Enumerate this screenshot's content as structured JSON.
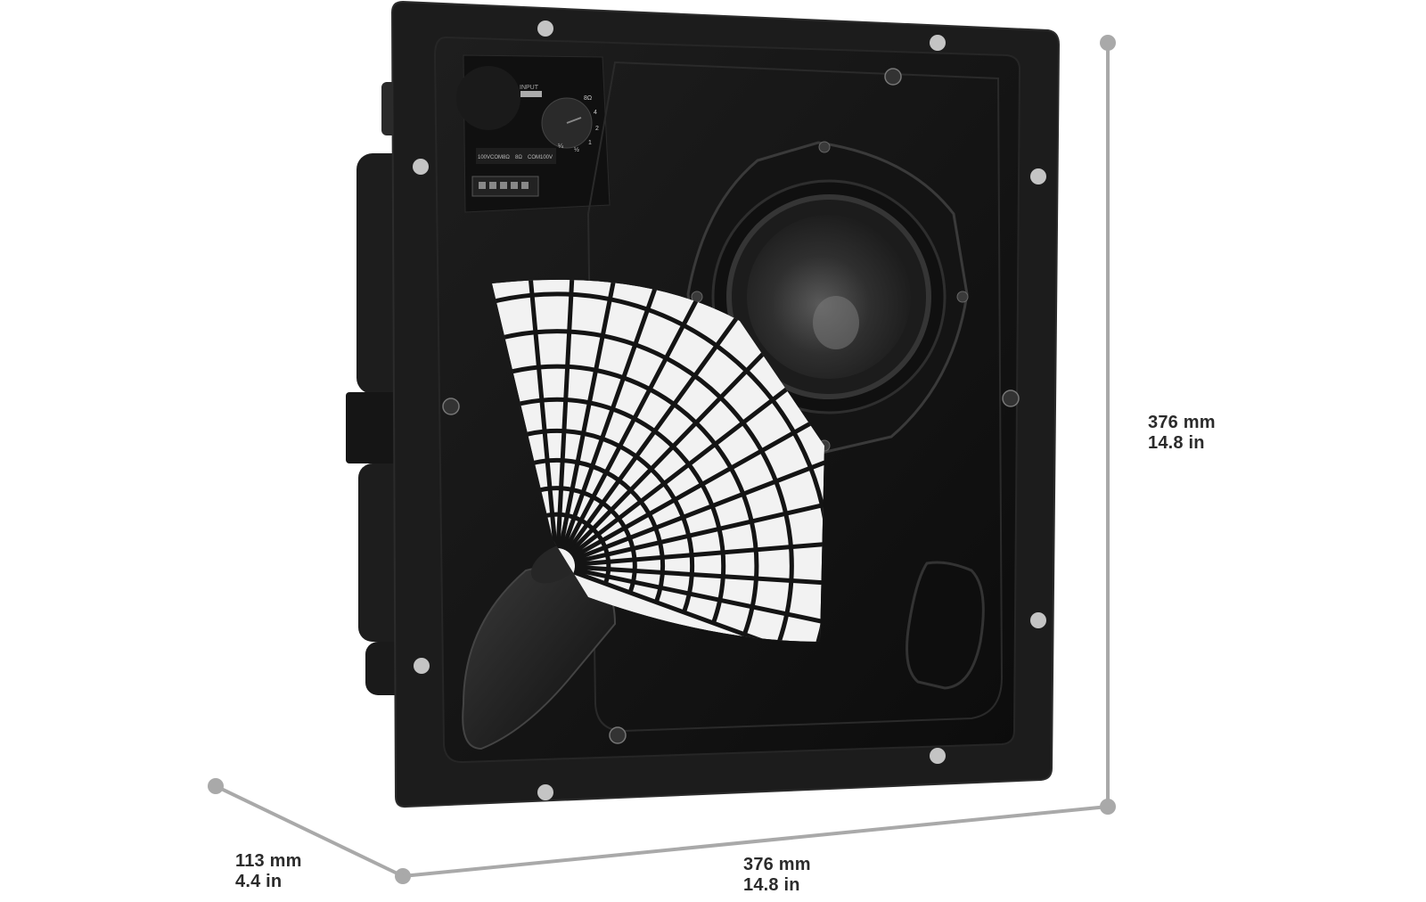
{
  "dimensions": {
    "height": {
      "metric": "376 mm",
      "imperial": "14.8 in"
    },
    "width": {
      "metric": "376 mm",
      "imperial": "14.8 in"
    },
    "depth": {
      "metric": "113 mm",
      "imperial": "4.4 in"
    }
  },
  "panel": {
    "input_label": "INPUT",
    "terminal_labels": [
      "100V",
      "COM",
      "8Ω",
      "8Ω",
      "COM",
      "100V"
    ],
    "tap_labels": [
      "8Ω",
      "4",
      "2",
      "1",
      "½",
      "¼"
    ]
  },
  "colors": {
    "background": "#ffffff",
    "speaker_body": "#141414",
    "frame": "#1c1c1c",
    "dimension_line": "#a9a9a9",
    "label_text": "#2b2b2b",
    "waveguide_grid": "#f2f2f2"
  }
}
